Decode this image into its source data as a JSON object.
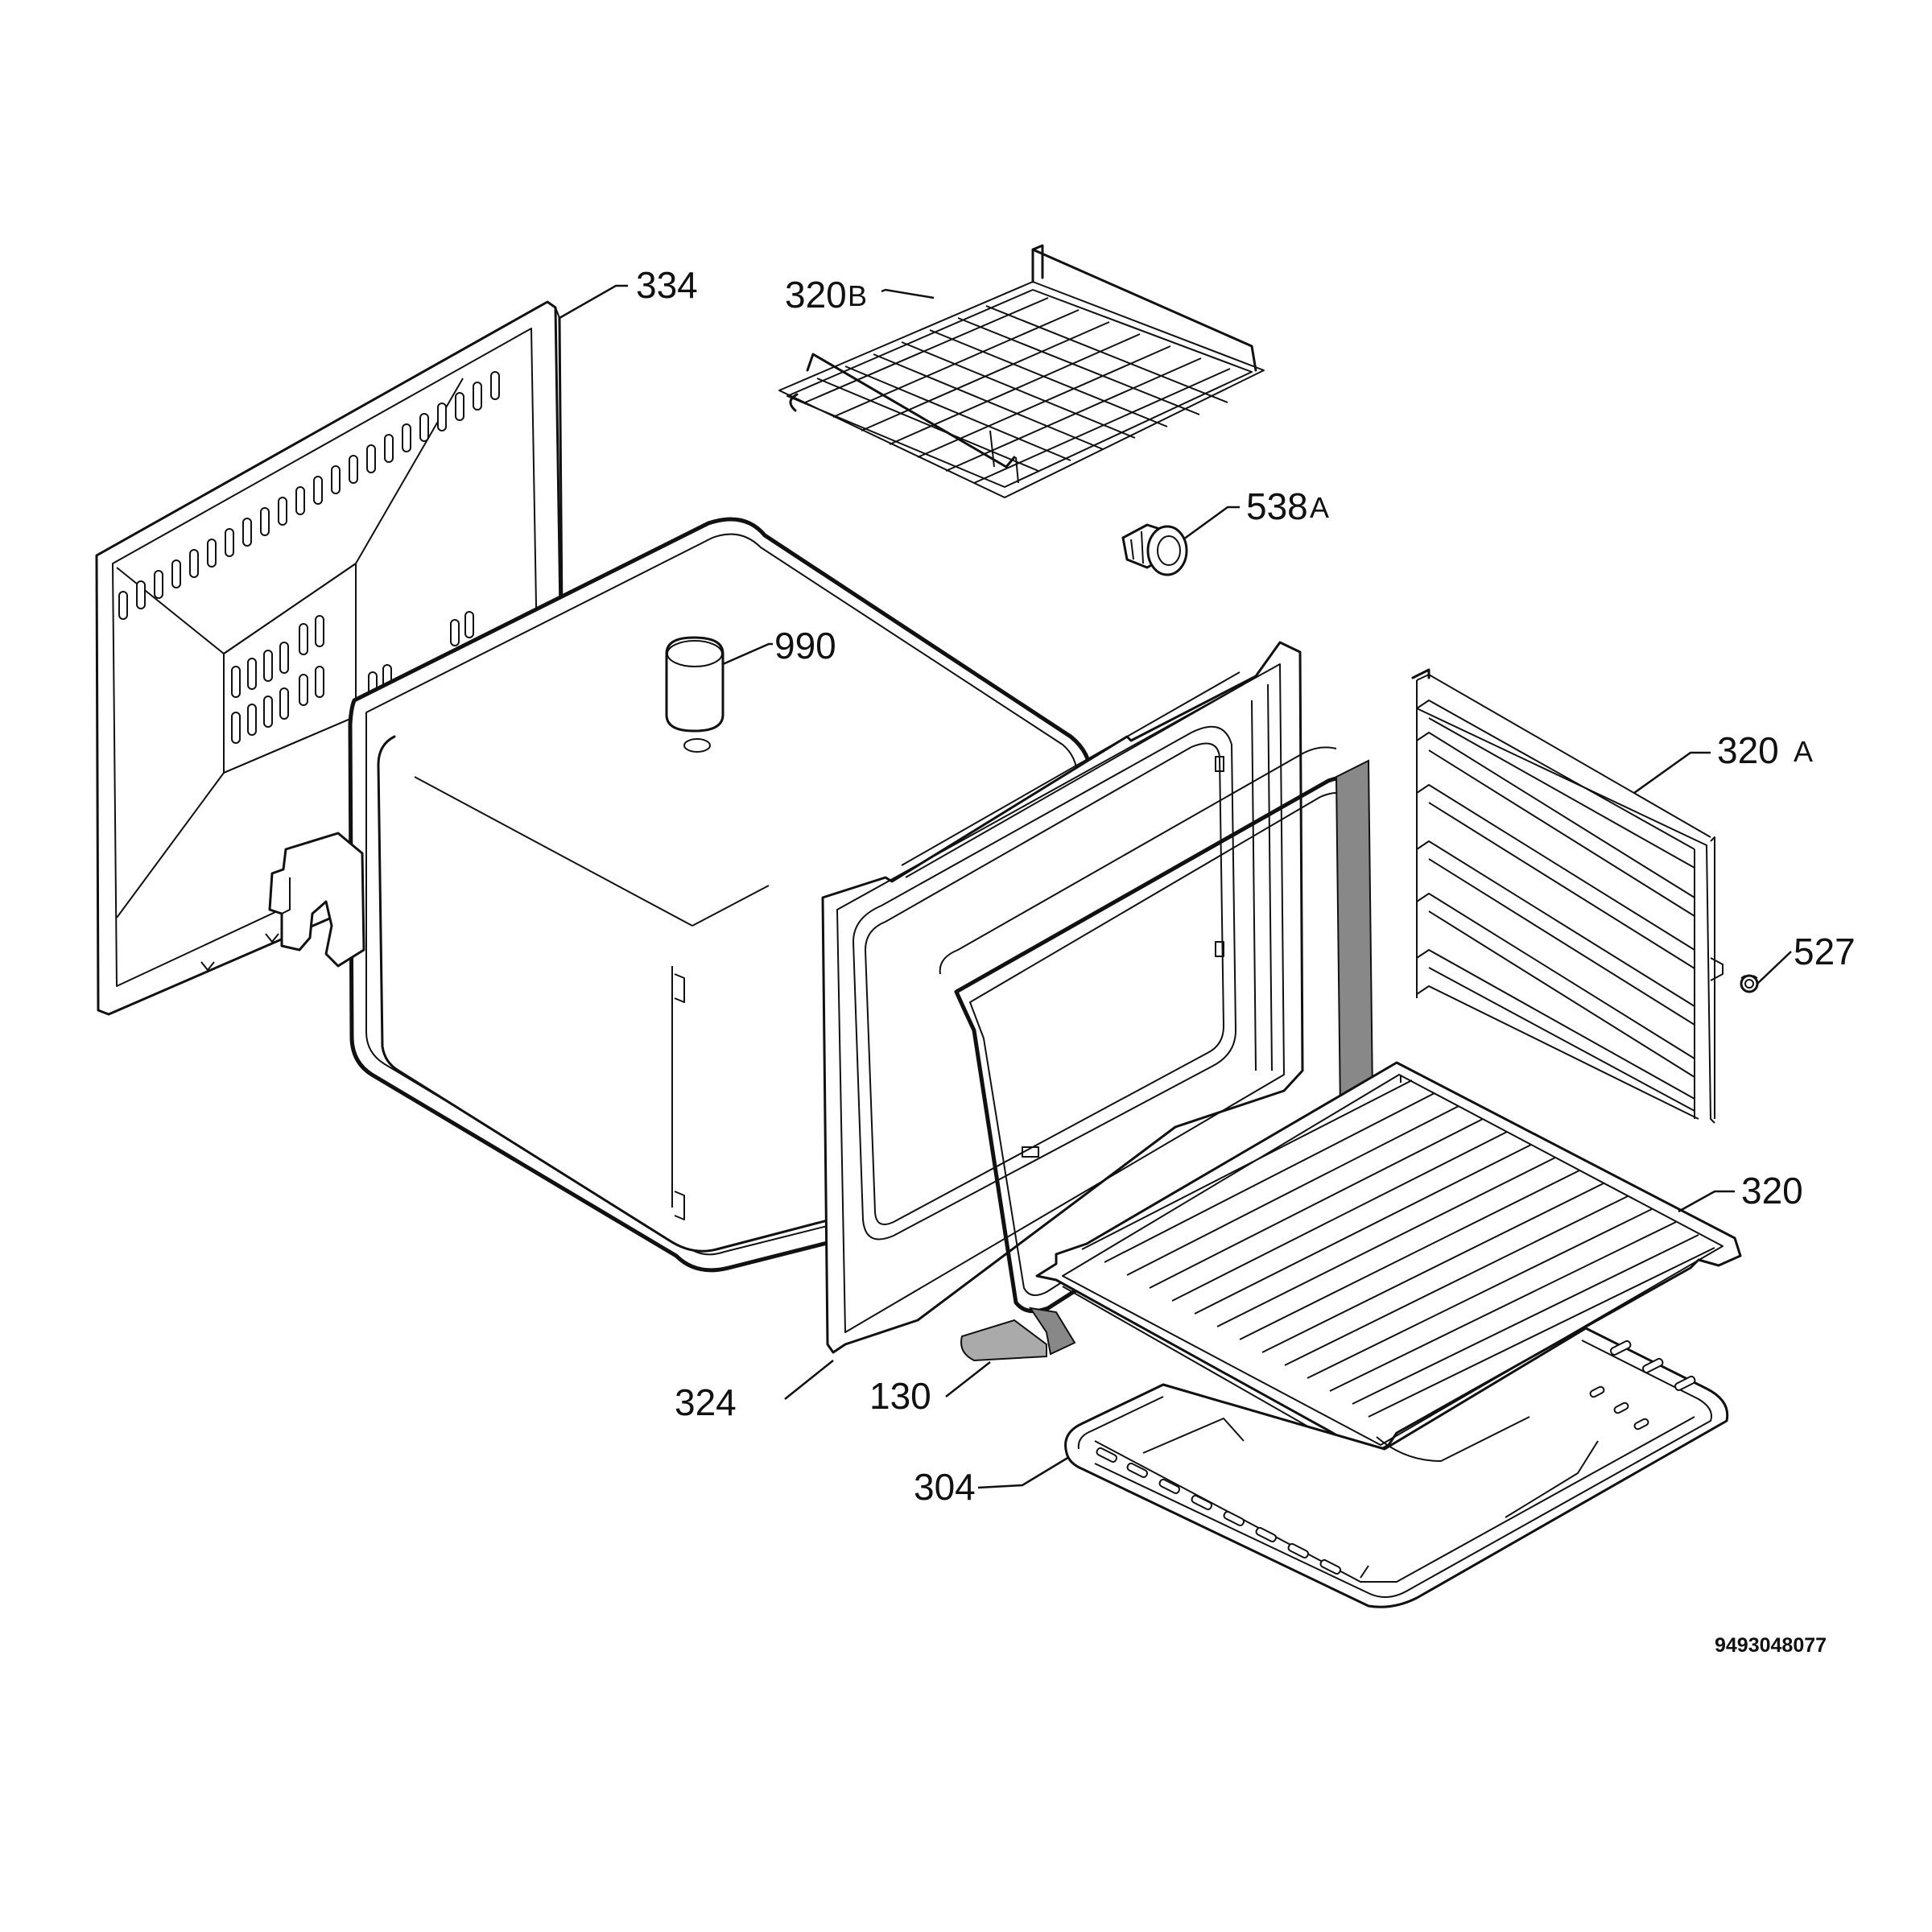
{
  "diagram": {
    "labels": {
      "l334": "334",
      "l320b_main": "320",
      "l320b_suffix": "B",
      "l538a_main": "538",
      "l538a_suffix": "A",
      "l990": "990",
      "l320a_main": "320",
      "l320a_suffix": "A",
      "l527": "527",
      "l320": "320",
      "l324": "324",
      "l130": "130",
      "l304": "304"
    },
    "drawing_code": "9493048077"
  }
}
